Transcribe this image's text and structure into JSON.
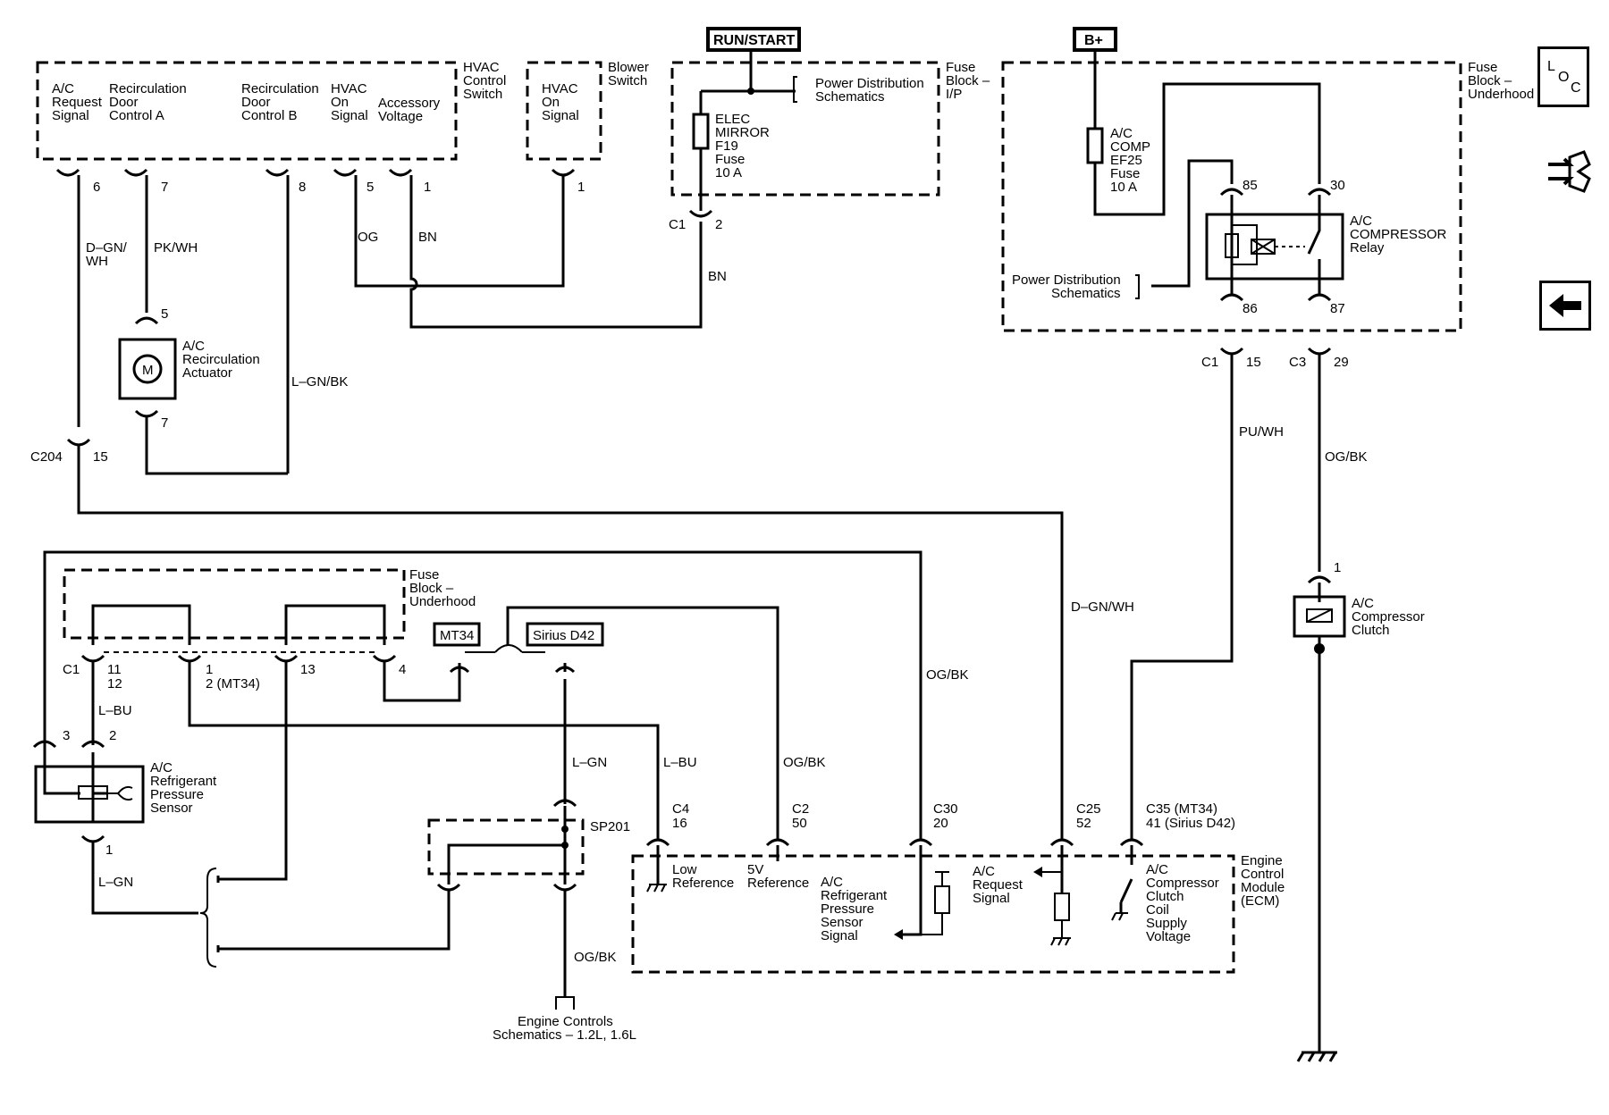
{
  "supply": {
    "run_start": "RUN/START",
    "b_plus": "B+"
  },
  "modules": {
    "hvac_control_switch": "HVAC Control Switch",
    "blower_switch": "Blower Switch",
    "fuse_block_ip": "Fuse Block – I/P",
    "fuse_block_underhood": "Fuse Block – Underhood",
    "fuse_block_underhood_2": "Fuse Block – Underhood",
    "ecm": "Engine Control Module (ECM)"
  },
  "hvac_pins": {
    "ac_request_signal": "A/C Request Signal",
    "recirc_door_a": "Recirculation Door Control A",
    "recirc_door_b": "Recirculation Door Control B",
    "hvac_on_signal": "HVAC On Signal",
    "accessory_voltage": "Accessory Voltage",
    "blower_hvac_on_signal": "HVAC On Signal",
    "pin_6": "6",
    "pin_7": "7",
    "pin_8": "8",
    "pin_5": "5",
    "pin_1": "1",
    "blower_pin_1": "1"
  },
  "fuses": {
    "elec_mirror": "ELEC MIRROR F19 Fuse 10 A",
    "ac_comp": "A/C COMP EF25 Fuse 10 A",
    "power_dist_1": "Power Distribution Schematics",
    "power_dist_2": "Power Distribution Schematics"
  },
  "relay": {
    "name": "A/C COMPRESSOR Relay",
    "pin_85": "85",
    "pin_30": "30",
    "pin_86": "86",
    "pin_87": "87"
  },
  "connectors": {
    "c1_a": "C1",
    "c1_a_pin": "2",
    "c1_b": "C1",
    "c1_b_pin": "15",
    "c3": "C3",
    "c3_pin": "29",
    "c204": "C204",
    "c204_pin": "15",
    "c1_c": "C1",
    "c1_c_pins_1": "11",
    "c1_c_pins_2": "12",
    "fb_pin_1": "1",
    "fb_pin_1_mt": "2 (MT34)",
    "fb_pin_13": "13",
    "fb_pin_4": "4",
    "mt34": "MT34",
    "sirius": "Sirius D42",
    "c4": "C4",
    "c4_pin": "16",
    "c2": "C2",
    "c2_pin": "50",
    "c30": "C30",
    "c30_pin": "20",
    "c25": "C25",
    "c25_pin": "52",
    "c35": "C35 (MT34)",
    "c35_pin": "41 (Sirius D42)",
    "sp201": "SP201"
  },
  "wires": {
    "dgn_wh": "D–GN/ WH",
    "pk_wh": "PK/WH",
    "og": "OG",
    "bn": "BN",
    "bn2": "BN",
    "lgn_bk": "L–GN/BK",
    "pu_wh": "PU/WH",
    "og_bk": "OG/BK",
    "dgn_wh2": "D–GN/WH",
    "og_bk2": "OG/BK",
    "og_bk3": "OG/BK",
    "lbu": "L–BU",
    "lbu2": "L–BU",
    "lgn": "L–GN",
    "lgn2": "L–GN",
    "og_bk4": "OG/BK"
  },
  "components": {
    "recirc_actuator": "A/C Recirculation Actuator",
    "actuator_pin_5": "5",
    "actuator_pin_7": "7",
    "pressure_sensor": "A/C Refrigerant Pressure Sensor",
    "sensor_pin_3": "3",
    "sensor_pin_2": "2",
    "sensor_pin_1": "1",
    "compressor_clutch": "A/C Compressor Clutch",
    "clutch_pin_1": "1",
    "motor_symbol": "M"
  },
  "ecm_labels": {
    "low_ref": "Low Reference",
    "five_v_ref": "5V Reference",
    "pressure_signal": "A/C Refrigerant Pressure Sensor Signal",
    "ac_request": "A/C Request Signal",
    "clutch_supply": "A/C Compressor Clutch Coil Supply Voltage"
  },
  "footer": {
    "engine_controls": "Engine Controls Schematics – 1.2L, 1.6L"
  },
  "nav": {
    "loc_icon": "loc-icon",
    "connector_icon": "connector-icon",
    "back_icon": "back-arrow-icon"
  }
}
